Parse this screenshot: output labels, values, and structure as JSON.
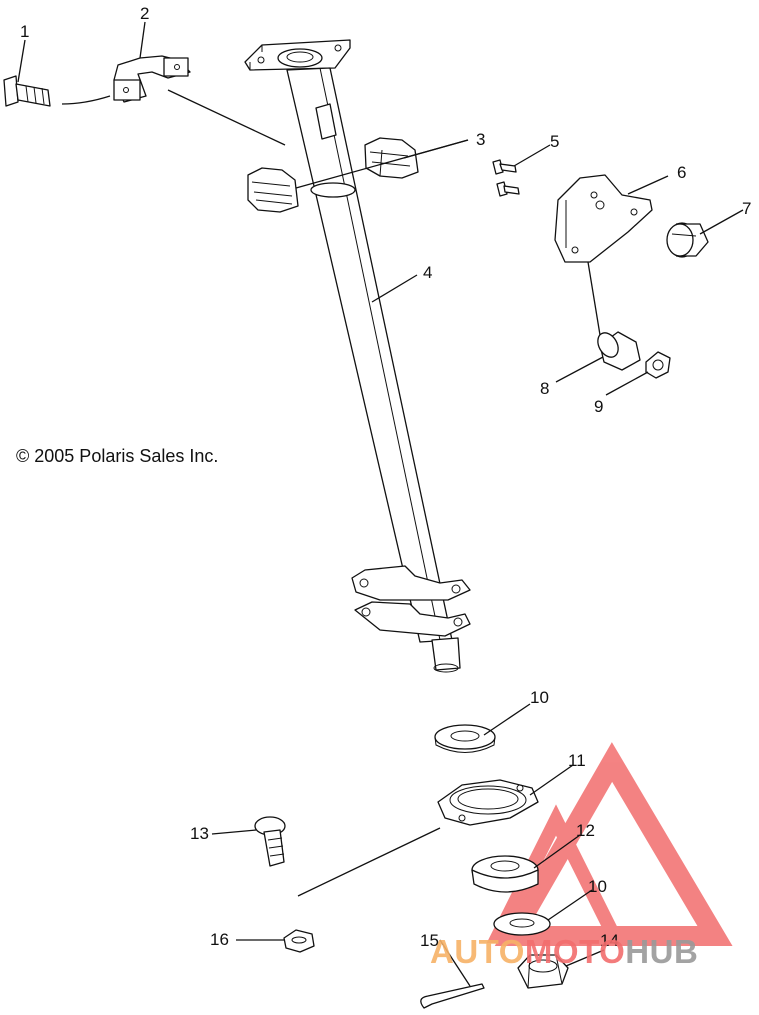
{
  "copyright": "© 2005 Polaris Sales Inc.",
  "callouts": {
    "c1": "1",
    "c2": "2",
    "c3": "3",
    "c4": "4",
    "c5": "5",
    "c6": "6",
    "c7": "7",
    "c8": "8",
    "c9": "9",
    "c10a": "10",
    "c11": "11",
    "c12": "12",
    "c10b": "10",
    "c13": "13",
    "c14": "14",
    "c15": "15",
    "c16": "16"
  },
  "watermark": {
    "part1": "AUTO",
    "part2": "MOTO",
    "part3": "HUB",
    "colors": {
      "orange": "#f7b267",
      "red": "#f26d6d",
      "gray": "#9a9a9a"
    }
  }
}
